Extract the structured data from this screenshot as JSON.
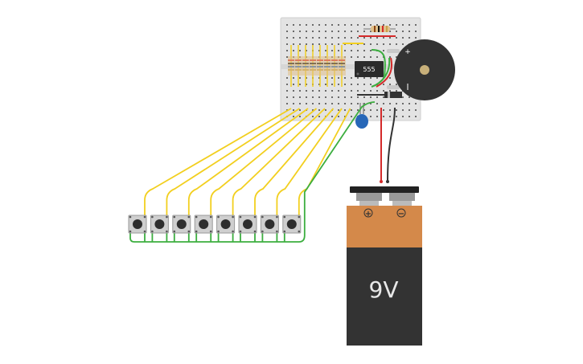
{
  "circuit": {
    "chip": {
      "label": "555"
    },
    "battery": {
      "label": "9V",
      "plus": "+",
      "minus": "−",
      "top_color": "#d4894a",
      "body_color": "#333333"
    },
    "buzzer": {
      "plus": "+"
    },
    "buttons": {
      "count": 8
    },
    "colors": {
      "wire_yellow": "#f2cf1f",
      "wire_green": "#3cae3f",
      "wire_red": "#d42a2a",
      "wire_black": "#333333",
      "breadboard": "#e3e3e3",
      "capacitor": "#2767b8"
    }
  }
}
